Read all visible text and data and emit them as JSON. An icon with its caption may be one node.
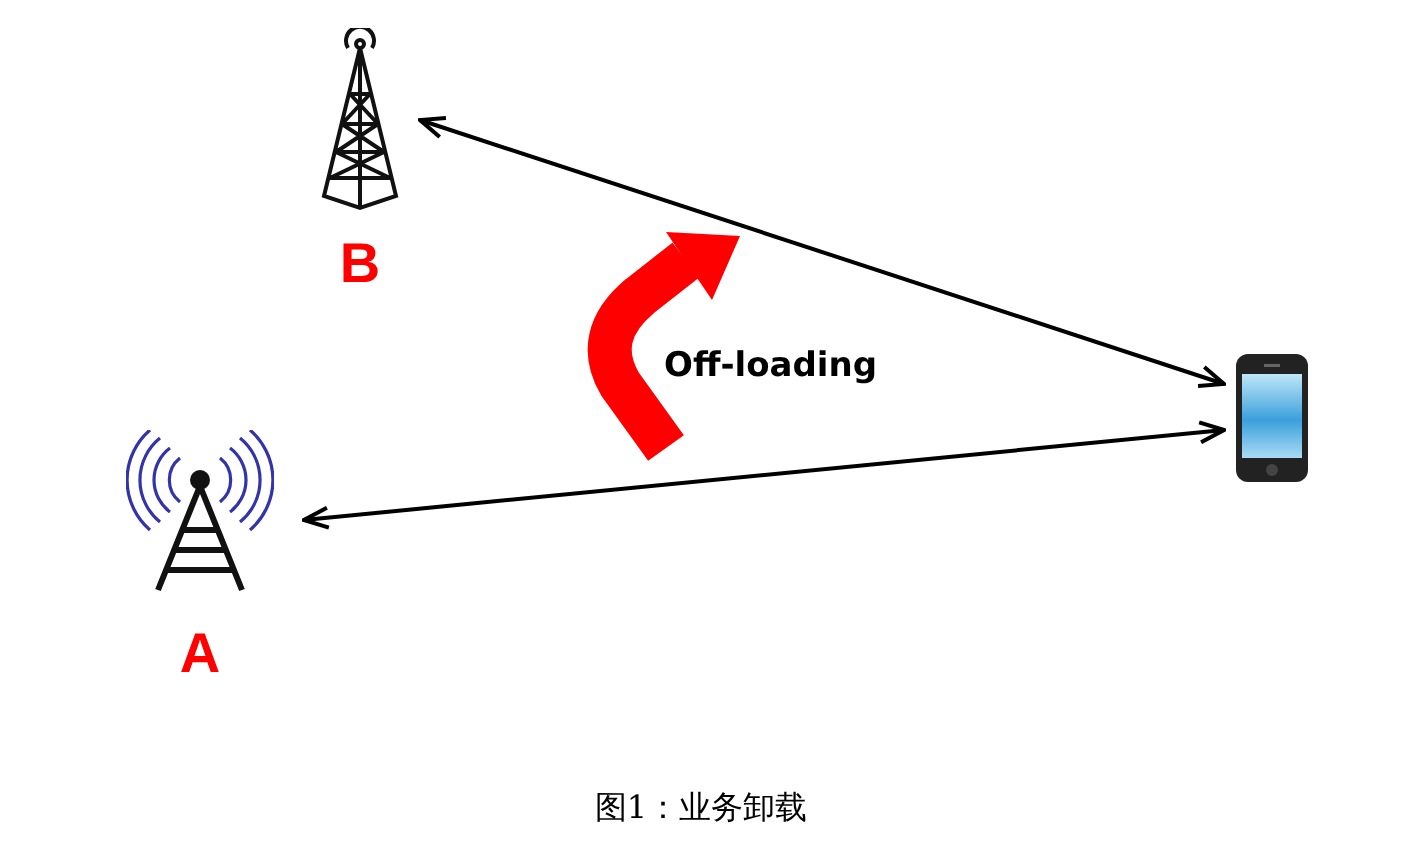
{
  "diagram": {
    "caption": "图1：业务卸载",
    "nodes": [
      {
        "text": [
          "B"
        ]
      },
      {
        "text": [
          "A"
        ]
      },
      {
        "text": [],
        "shape": "picture"
      }
    ],
    "edges": [
      {
        "from": 0,
        "to": 2,
        "arrow": "both"
      },
      {
        "from": 1,
        "to": 2,
        "arrow": "both"
      }
    ],
    "labels": [
      "Off-loading"
    ]
  }
}
